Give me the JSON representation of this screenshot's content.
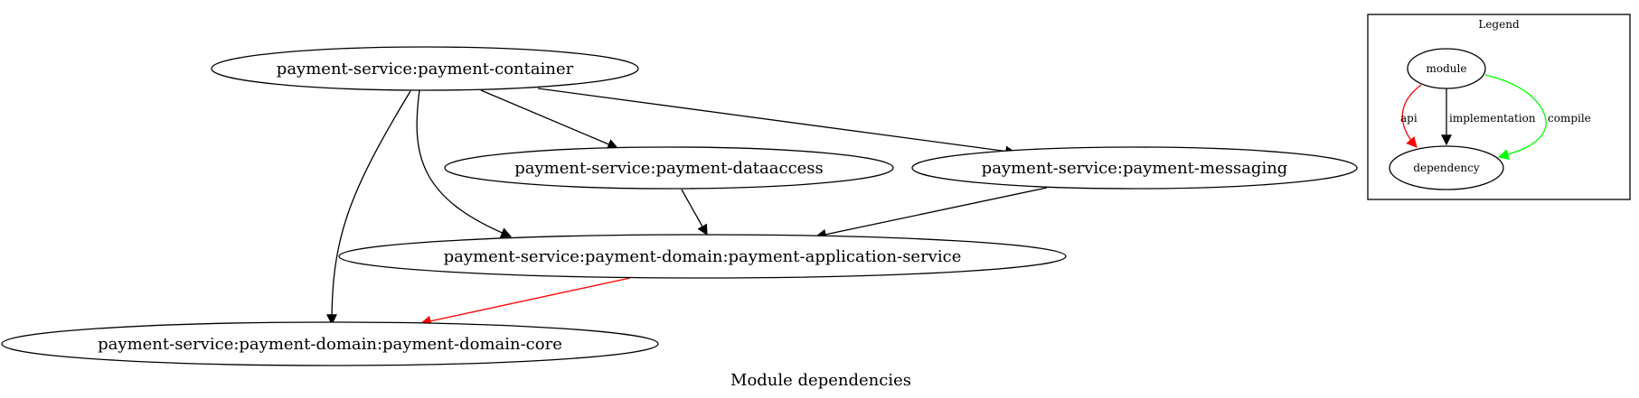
{
  "title": "Module dependencies",
  "colors": {
    "implementation": "#000000",
    "api": "#ff0000",
    "compile": "#00ff00"
  },
  "nodes": {
    "container": "payment-service:payment-container",
    "dataaccess": "payment-service:payment-dataaccess",
    "messaging": "payment-service:payment-messaging",
    "application": "payment-service:payment-domain:payment-application-service",
    "core": "payment-service:payment-domain:payment-domain-core"
  },
  "edges": [
    {
      "from": "container",
      "to": "dataaccess",
      "type": "implementation"
    },
    {
      "from": "container",
      "to": "messaging",
      "type": "implementation"
    },
    {
      "from": "container",
      "to": "application",
      "type": "implementation"
    },
    {
      "from": "container",
      "to": "core",
      "type": "implementation"
    },
    {
      "from": "dataaccess",
      "to": "application",
      "type": "implementation"
    },
    {
      "from": "messaging",
      "to": "application",
      "type": "implementation"
    },
    {
      "from": "application",
      "to": "core",
      "type": "api"
    }
  ],
  "legend": {
    "title": "Legend",
    "module": "module",
    "dependency": "dependency",
    "api": "api",
    "implementation": "implementation",
    "compile": "compile"
  }
}
